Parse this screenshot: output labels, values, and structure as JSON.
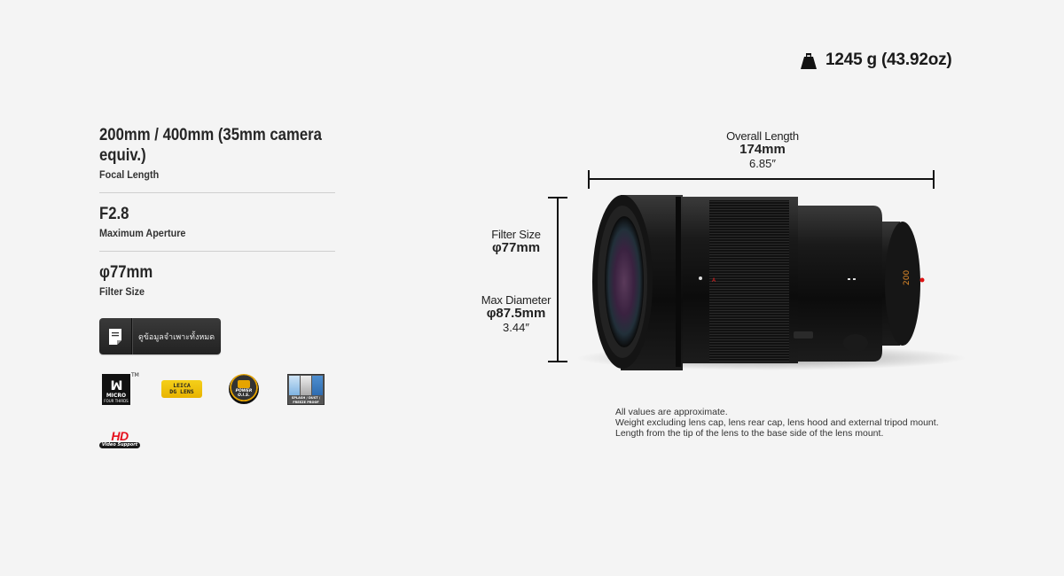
{
  "weight": {
    "icon": "weight-icon",
    "text": "1245 g (43.92oz)"
  },
  "specs": [
    {
      "value": "200mm / 400mm (35mm camera equiv.)",
      "label": "Focal Length"
    },
    {
      "value": "F2.8",
      "label": "Maximum Aperture"
    },
    {
      "value": "φ77mm",
      "label": "Filter Size"
    }
  ],
  "specs_button": {
    "icon": "document-icon",
    "label": "ดูข้อมูลจำเพาะทั้งหมด"
  },
  "badges": {
    "micro_four_thirds": {
      "line1": "MICRO",
      "line2": "FOUR THIRDS",
      "tm": "TM"
    },
    "leica": {
      "line1": "LEICA",
      "line2": "DG LENS"
    },
    "power_ois": {
      "line1": "POWER",
      "line2": "O.I.S."
    },
    "splash_proof": {
      "line1": "SPLASH / DUST /",
      "line2": "FREEZE PROOF"
    },
    "hd": {
      "title": "HD",
      "subtitle": "Video Support"
    }
  },
  "dimensions": {
    "overall_length": {
      "title": "Overall Length",
      "value": "174mm",
      "sub": "6.85″"
    },
    "filter_size": {
      "title": "Filter Size",
      "value": "φ77mm"
    },
    "max_diameter": {
      "title": "Max Diameter",
      "value": "φ87.5mm",
      "sub": "3.44″"
    }
  },
  "lens_markings": {
    "focal": "200"
  },
  "notes": [
    "All values are approximate.",
    "Weight excluding lens cap, lens rear cap, lens hood and external tripod mount.",
    "Length from the tip of the lens to the base side of the lens mount."
  ],
  "colors": {
    "background": "#f4f4f4",
    "button": "#2b2b2b",
    "leica_yellow": "#f0c30f",
    "hd_red": "#e5101d",
    "lens_focal_orange": "#e08a2a"
  }
}
